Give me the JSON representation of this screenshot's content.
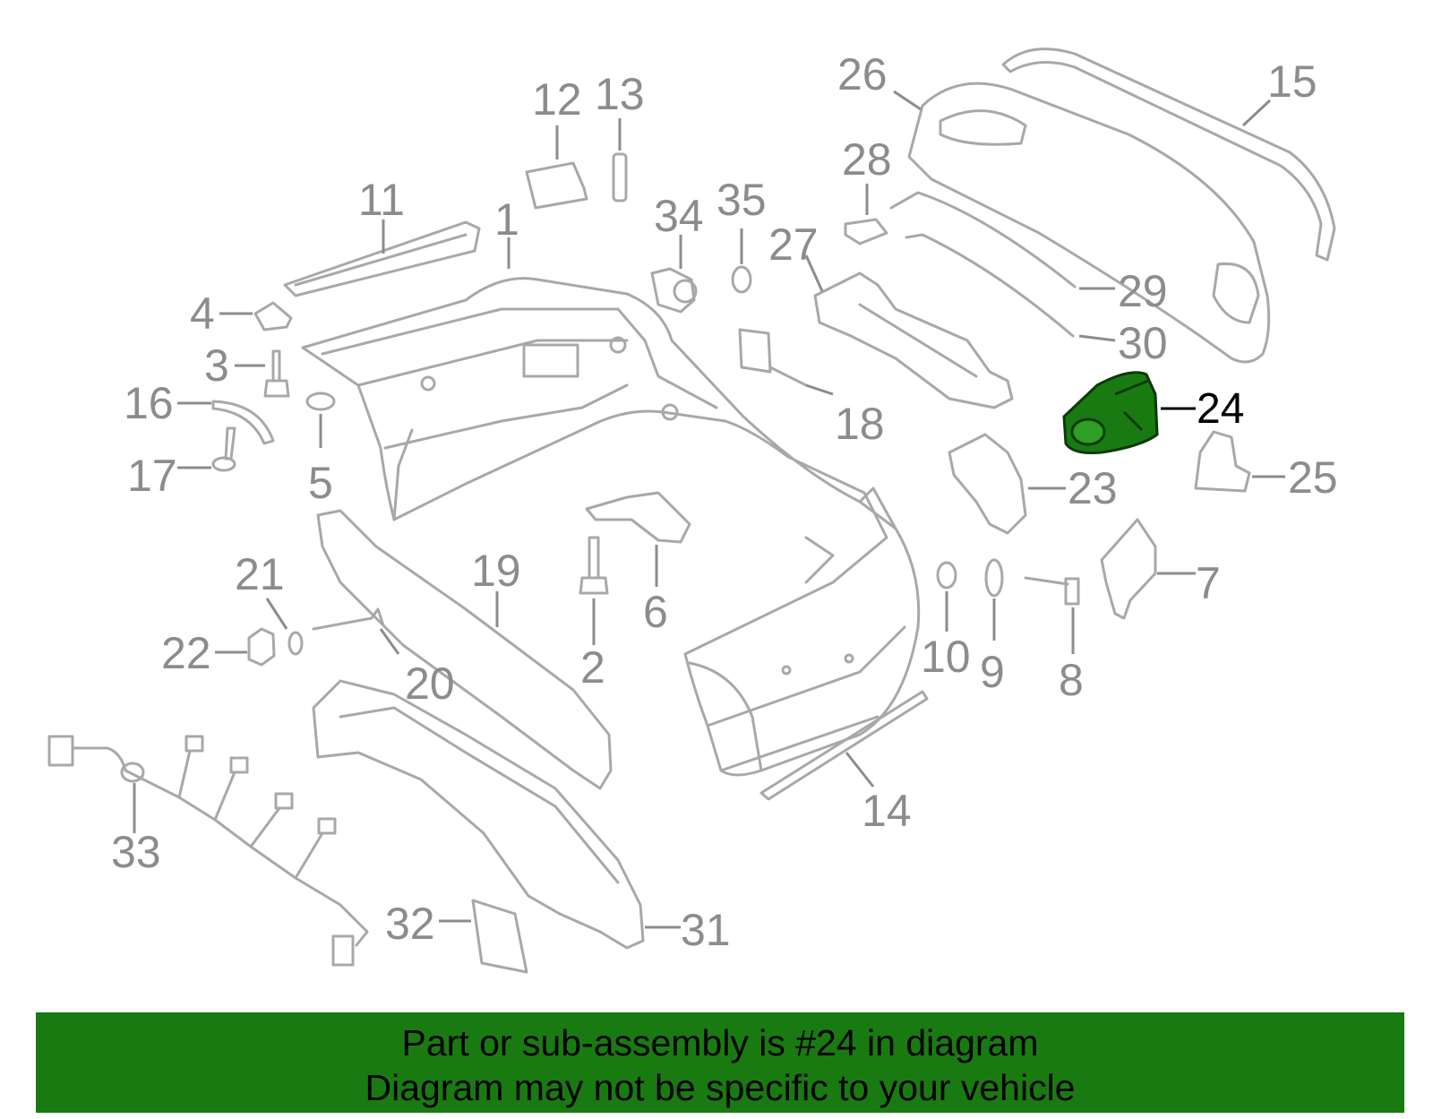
{
  "diagram": {
    "highlight_color": "#1a7a12",
    "part_color": "#a8a8a8",
    "callouts": [
      {
        "id": "1",
        "label": "1"
      },
      {
        "id": "2",
        "label": "2"
      },
      {
        "id": "3",
        "label": "3"
      },
      {
        "id": "4",
        "label": "4"
      },
      {
        "id": "5",
        "label": "5"
      },
      {
        "id": "6",
        "label": "6"
      },
      {
        "id": "7",
        "label": "7"
      },
      {
        "id": "8",
        "label": "8"
      },
      {
        "id": "9",
        "label": "9"
      },
      {
        "id": "10",
        "label": "10"
      },
      {
        "id": "11",
        "label": "11"
      },
      {
        "id": "12",
        "label": "12"
      },
      {
        "id": "13",
        "label": "13"
      },
      {
        "id": "14",
        "label": "14"
      },
      {
        "id": "15",
        "label": "15"
      },
      {
        "id": "16",
        "label": "16"
      },
      {
        "id": "17",
        "label": "17"
      },
      {
        "id": "18",
        "label": "18"
      },
      {
        "id": "19",
        "label": "19"
      },
      {
        "id": "20",
        "label": "20"
      },
      {
        "id": "21",
        "label": "21"
      },
      {
        "id": "22",
        "label": "22"
      },
      {
        "id": "23",
        "label": "23"
      },
      {
        "id": "24",
        "label": "24"
      },
      {
        "id": "25",
        "label": "25"
      },
      {
        "id": "26",
        "label": "26"
      },
      {
        "id": "27",
        "label": "27"
      },
      {
        "id": "28",
        "label": "28"
      },
      {
        "id": "29",
        "label": "29"
      },
      {
        "id": "30",
        "label": "30"
      },
      {
        "id": "31",
        "label": "31"
      },
      {
        "id": "32",
        "label": "32"
      },
      {
        "id": "33",
        "label": "33"
      },
      {
        "id": "34",
        "label": "34"
      },
      {
        "id": "35",
        "label": "35"
      }
    ]
  },
  "banner": {
    "line1": "Part or sub-assembly is #24 in diagram",
    "line2": "Diagram may not be specific to your vehicle",
    "background": "#1a7a12"
  }
}
